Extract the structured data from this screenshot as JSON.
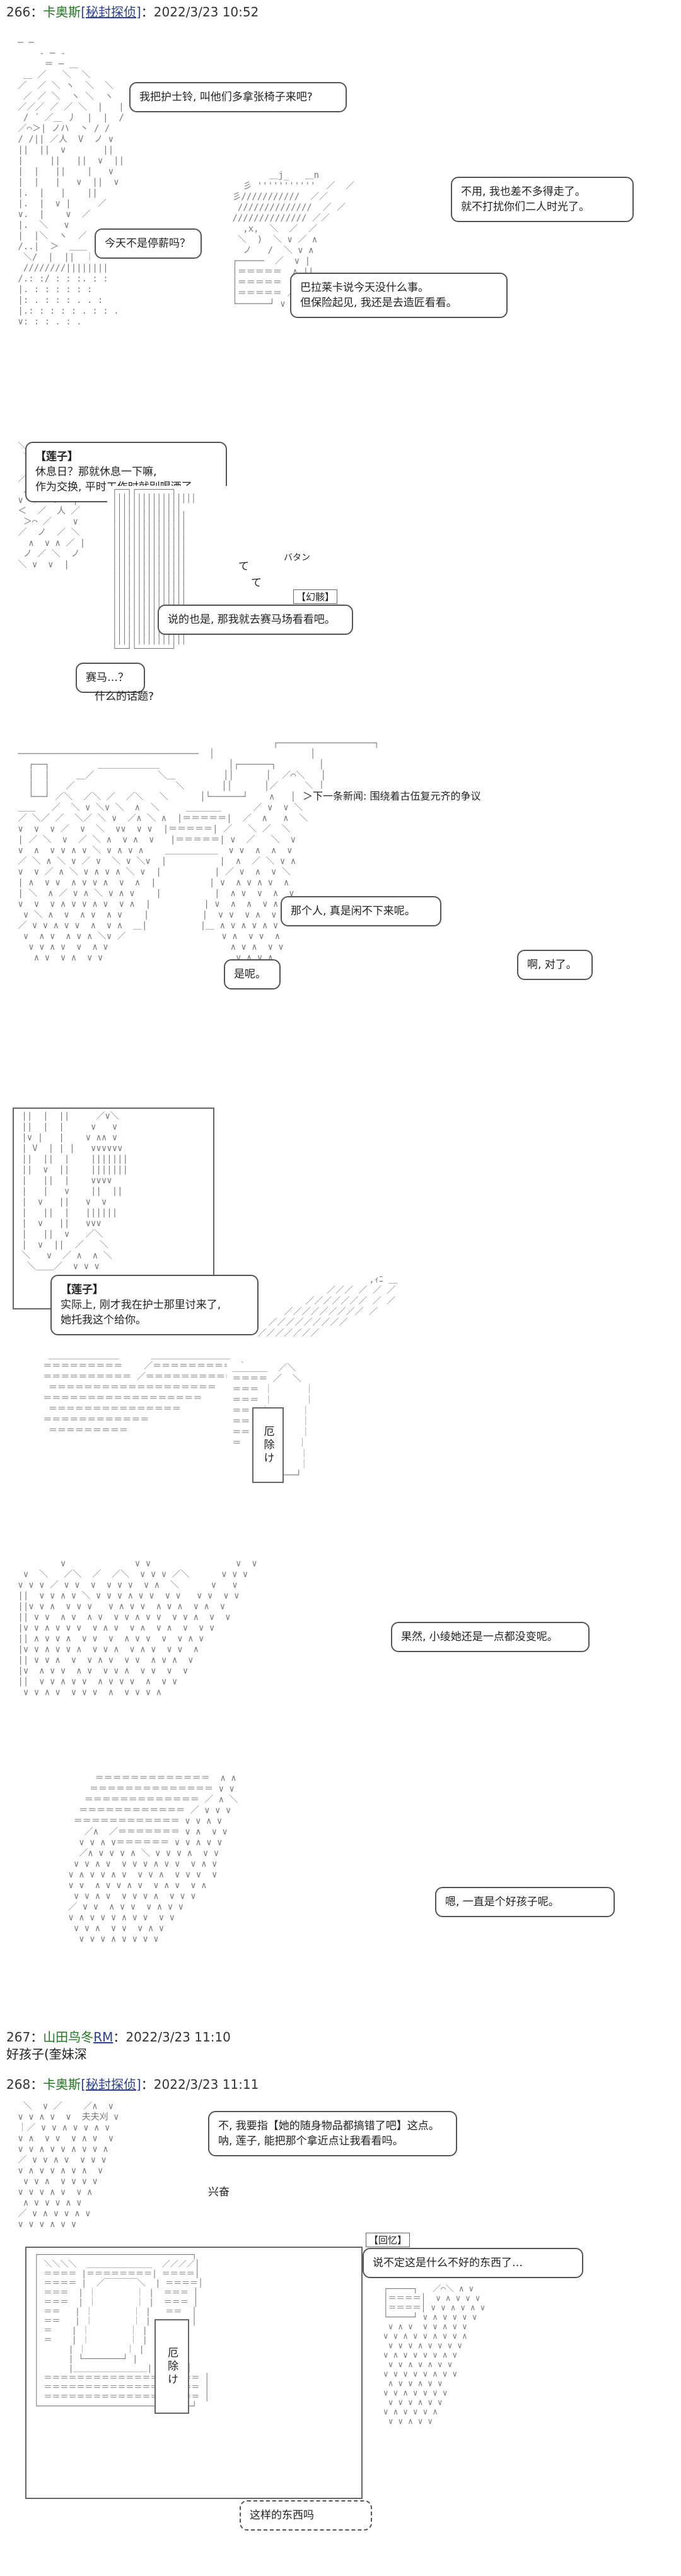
{
  "posts": [
    {
      "num": "266",
      "name": "卡奥斯",
      "trip": "[秘封探侦]",
      "date": "2022/3/23 10:52"
    },
    {
      "num": "267",
      "name": "山田鸟冬",
      "trip": "RM",
      "date": "2022/3/23 11:10"
    },
    {
      "num": "268",
      "name": "卡奥斯",
      "trip": "[秘封探侦]",
      "date": "2022/3/23 11:11"
    }
  ],
  "post267_text": "好孩子(奎妹深",
  "panel1": {
    "b1": [
      "我把护士铃, 叫他们多拿张椅子来吧?"
    ],
    "b2": [
      "不用, 我也差不多得走了。",
      "就不打扰你们二人时光了。"
    ],
    "b3": [
      "今天不是停薪吗？"
    ],
    "b4": [
      "巴拉莱卡说今天没什么事。",
      "但保险起见, 我还是去造匠看看。"
    ]
  },
  "panel2": {
    "speaker": "【莲子】",
    "b1": [
      "休息日？那就休息一下嘛,",
      "作为交换, 平时工作时就别喝酒了。"
    ],
    "sfx_te": "て",
    "sfx_te2": "て",
    "sfx_batan": "バタン",
    "tag": "【幻骸】",
    "b2": [
      "说的也是, 那我就去赛马场看看吧。"
    ],
    "b3": [
      "赛马…？"
    ],
    "below": "什么的话题?"
  },
  "panel3": {
    "news": "＞下一条新闻: 围绕着古伍复元齐的争议",
    "b1": [
      "那个人, 真是闲不下来呢。"
    ],
    "b2": [
      "是呢。"
    ],
    "b3": [
      "啊, 对了。"
    ]
  },
  "panel4": {
    "speaker": "【莲子】",
    "b1": [
      "实际上, 刚才我在护士那里讨来了,",
      "她托我这个给你。"
    ],
    "sign": "厄除け"
  },
  "panel5": {
    "b1": [
      "果然, 小绫她还是一点都没变呢。"
    ]
  },
  "panel6": {
    "b1": [
      "嗯, 一直是个好孩子呢。"
    ]
  },
  "panel7": {
    "b1": [
      "不, 我要指【她的随身物品都搞错了吧】这点。",
      "呐, 莲子, 能把那个拿近点让我看看吗。"
    ],
    "sfx": "兴奋",
    "tag": "【回忆】",
    "b2": [
      "说不定这是什么不好的东西了…"
    ],
    "sign": "厄除け",
    "b3": [
      "这样的东西吗"
    ]
  }
}
